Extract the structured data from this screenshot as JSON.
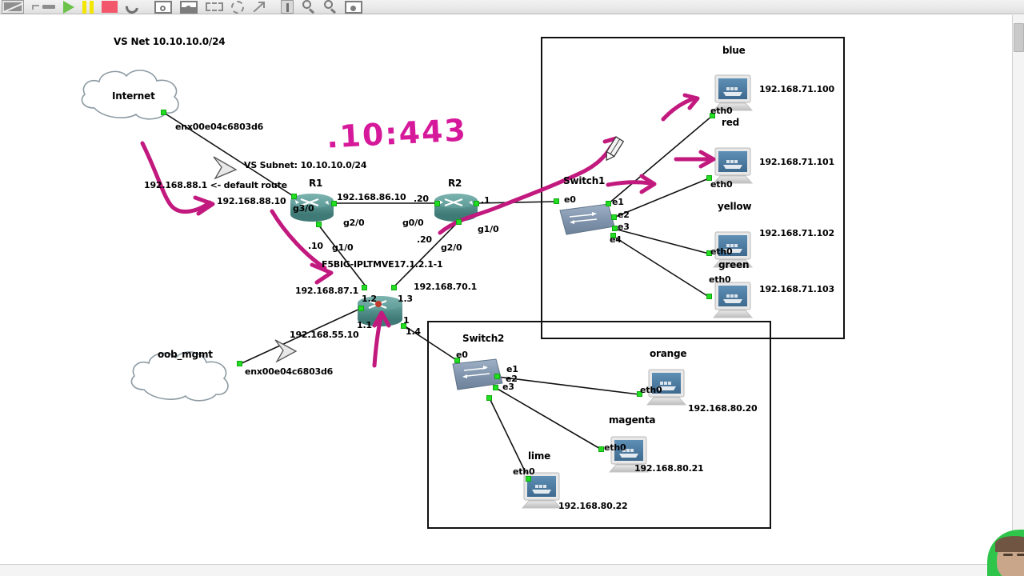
{
  "toolbar": {
    "buttons": [
      {
        "name": "screen-off-icon",
        "label": "Screen"
      },
      {
        "name": "minimize-icon",
        "label": "Minimize"
      },
      {
        "name": "play-icon",
        "label": "Play"
      },
      {
        "name": "pause-icon",
        "label": "Pause"
      },
      {
        "name": "stop-icon",
        "label": "Stop"
      },
      {
        "name": "reload-icon",
        "label": "Reload"
      },
      {
        "name": "image-icon",
        "label": "Insert image"
      },
      {
        "name": "image-fill-icon",
        "label": "Fill image"
      },
      {
        "name": "dashed-rect-icon",
        "label": "Rectangle"
      },
      {
        "name": "dashed-ellipse-icon",
        "label": "Ellipse"
      },
      {
        "name": "line-arrow-icon",
        "label": "Line"
      },
      {
        "name": "text-icon",
        "label": "Text"
      },
      {
        "name": "zoom-in-icon",
        "label": "Zoom in"
      },
      {
        "name": "zoom-out-icon",
        "label": "Zoom out"
      },
      {
        "name": "snapshot-icon",
        "label": "Snapshot"
      }
    ]
  },
  "diagram": {
    "title_label": "VS Net 10.10.10.0/24",
    "handwritten_annotation": ".10:443",
    "clouds": [
      {
        "id": "internet",
        "label": "Internet"
      },
      {
        "id": "oob_mgmt",
        "label": "oob_mgmt"
      }
    ],
    "routers": [
      {
        "id": "r1",
        "label": "R1"
      },
      {
        "id": "r2",
        "label": "R2"
      },
      {
        "id": "f5",
        "label": "F5BIG-IPLTMVE17.1.2.1-1"
      }
    ],
    "switches": [
      {
        "id": "switch1",
        "label": "Switch1"
      },
      {
        "id": "switch2",
        "label": "Switch2"
      }
    ],
    "hosts": [
      {
        "id": "blue",
        "label": "blue",
        "iface": "eth0",
        "ip": "192.168.71.100"
      },
      {
        "id": "red",
        "label": "red",
        "iface": "eth0",
        "ip": "192.168.71.101"
      },
      {
        "id": "yellow",
        "label": "yellow",
        "iface": "eth0",
        "ip": "192.168.71.102"
      },
      {
        "id": "green",
        "label": "green",
        "iface": "eth0",
        "ip": "192.168.71.103"
      },
      {
        "id": "orange",
        "label": "orange",
        "iface": "eth0",
        "ip": "192.168.80.20"
      },
      {
        "id": "magenta",
        "label": "magenta",
        "iface": "eth0",
        "ip": "192.168.80.21"
      },
      {
        "id": "lime",
        "label": "lime",
        "iface": "eth0",
        "ip": "192.168.80.22"
      }
    ],
    "annotations": {
      "internet_nic": "enx00e04c6803d6",
      "vs_subnet": "VS Subnet: 10.10.10.0/24",
      "default_route": "192.168.88.1 <- default route",
      "r1_wan_ip": "192.168.88.10",
      "r1_g3_0": "g3/0",
      "r1_g2_0": "g2/0",
      "r1_g1_0": "g1/0",
      "link_r1_r2_ip": "192.168.86.10",
      "link_r2_dot20": ".20",
      "r2_g0_0": "g0/0",
      "r2_g1_0": "g1/0",
      "r2_dot1": ".1",
      "r2_g2_0": "g2/0",
      "r2_g2_dot20": ".20",
      "r1_g1_dot10": ".10",
      "f5_net_87": "192.168.87.1",
      "f5_net_70": "192.168.70.1",
      "f5_if_1_2": "1.2",
      "f5_if_1_3": "1.3",
      "f5_if_1_1": "1.1",
      "f5_if_1_4": "1.4",
      "f5_if_1": "1",
      "mgmt_ip": "192.168.55.10",
      "mgmt_nic": "enx00e04c6803d6"
    },
    "switch1_ports": [
      "e0",
      "e1",
      "e2",
      "e3",
      "e4"
    ],
    "switch2_ports": [
      "e0",
      "e1",
      "e2",
      "e3"
    ]
  }
}
